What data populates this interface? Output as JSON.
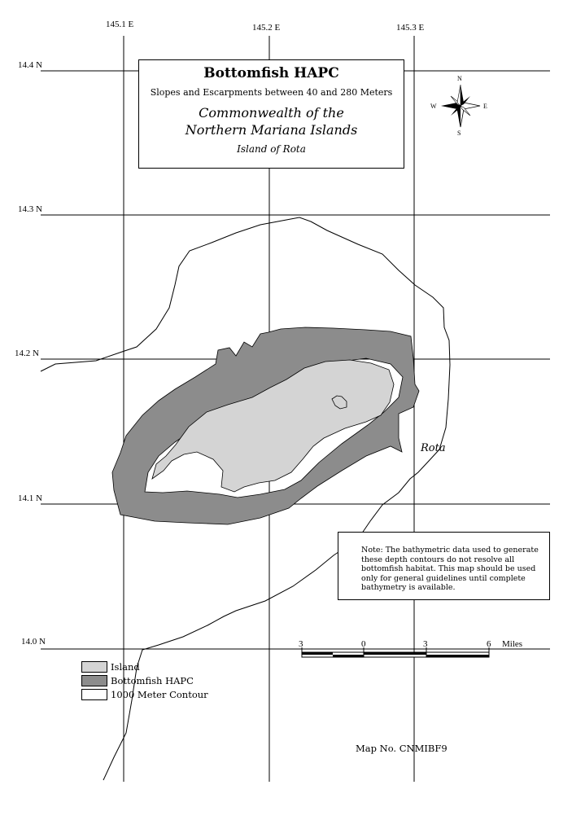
{
  "title": {
    "heading": "Bottomfish HAPC",
    "subtitle": "Slopes and Escarpments between 40 and 280 Meters",
    "region_line1": "Commonwealth of the",
    "region_line2": "Northern Mariana Islands",
    "island": "Island of Rota"
  },
  "longitude_labels": [
    "145.1 E",
    "145.2 E",
    "145.3 E"
  ],
  "latitude_labels": [
    "14.4 N",
    "14.3 N",
    "14.2 N",
    "14.1 N",
    "14.0 N"
  ],
  "compass": {
    "n": "N",
    "s": "S",
    "e": "E",
    "w": "W"
  },
  "place_label": "Rota",
  "note": "Note:  The  bathymetric data used to generate these depth contours do not resolve all bottomfish habitat.  This map should be used only for general guidelines until complete bathymetry is available.",
  "scale_bar": {
    "ticks": [
      "3",
      "0",
      "3",
      "6"
    ],
    "unit": "Miles"
  },
  "legend": [
    {
      "label": "Island",
      "color": "#d4d4d4"
    },
    {
      "label": "Bottomfish HAPC",
      "color": "#8c8c8c"
    },
    {
      "label": "1000 Meter Contour",
      "color": "#ffffff"
    }
  ],
  "map_number": "Map No. CNMIBF9"
}
